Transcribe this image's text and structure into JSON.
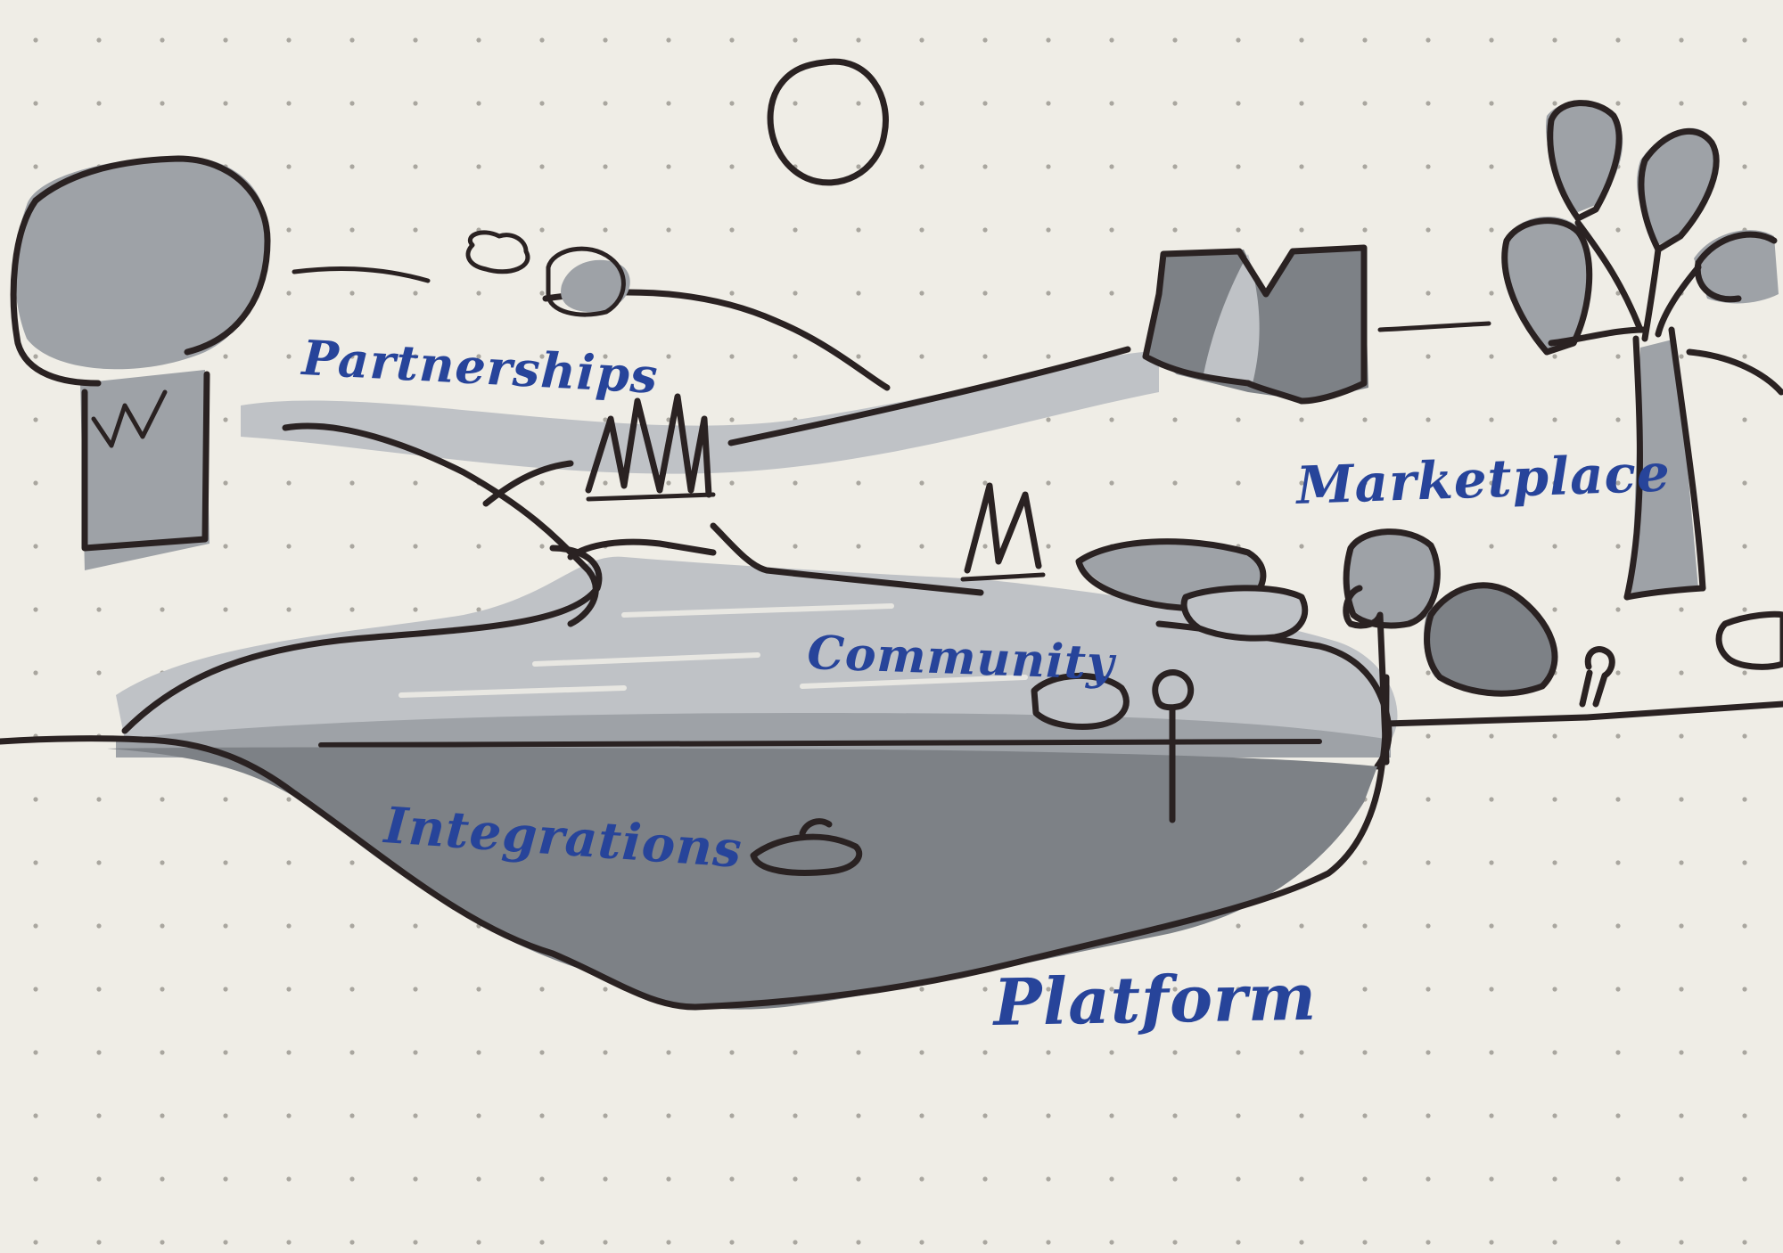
{
  "labels": {
    "partnerships": "Partnerships",
    "marketplace": "Marketplace",
    "community": "Community",
    "integrations": "Integrations",
    "platform": "Platform"
  },
  "colors": {
    "paper": "#efede6",
    "ink": "#2a2222",
    "pen_blue": "#27449a",
    "marker_light": "#bfc2c6",
    "marker_mid": "#9ea2a7",
    "marker_dark": "#7d8186"
  }
}
